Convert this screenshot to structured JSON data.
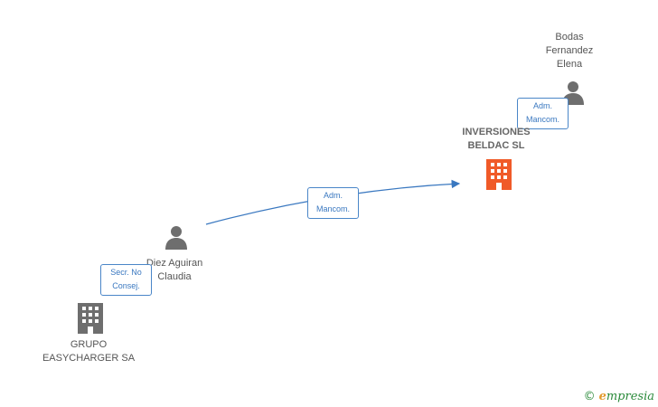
{
  "nodes": {
    "bodas": {
      "label": "Bodas\nFernandez\nElena",
      "icon": "person-icon",
      "color": "#6e6e6e"
    },
    "inversiones": {
      "label": "INVERSIONES\nBELDAC  SL",
      "icon": "building-icon",
      "color": "#f05a28"
    },
    "diez": {
      "label": "Diez Aguiran\nClaudia",
      "icon": "person-icon",
      "color": "#6e6e6e"
    },
    "grupo": {
      "label": "GRUPO\nEASYCHARGER SA",
      "icon": "building-icon",
      "color": "#6e6e6e"
    }
  },
  "relations": {
    "bodas_inversiones": "Adm.\nMancom.",
    "diez_inversiones": "Adm.\nMancom.",
    "diez_grupo": "Secr.  No\nConsej."
  },
  "edge_color": "#3a78c0",
  "watermark": {
    "copyright": "©",
    "brand_initial": "e",
    "brand_rest": "mpresia"
  }
}
